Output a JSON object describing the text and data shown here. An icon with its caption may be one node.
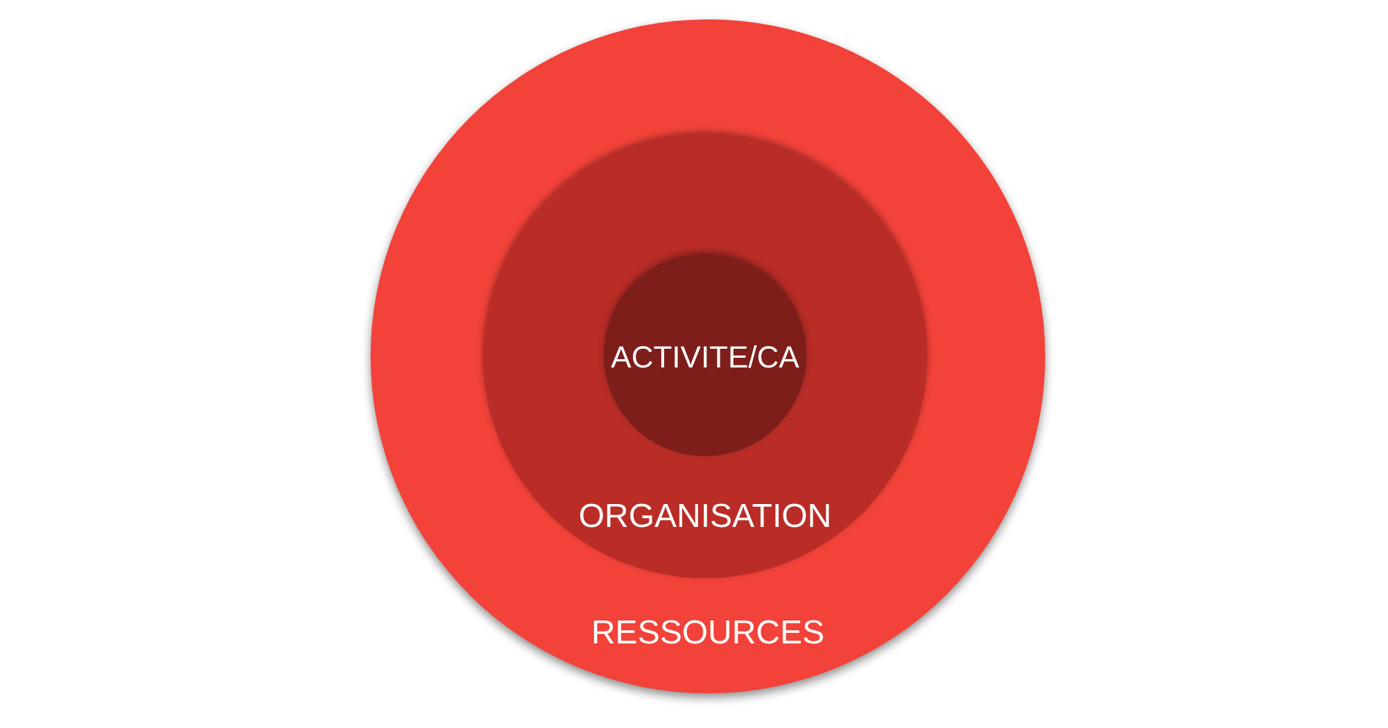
{
  "diagram": {
    "nodes": [
      {
        "text": [
          "RESSOURCES"
        ]
      },
      {
        "text": [
          "ORGANISATION"
        ],
        "in": 0
      },
      {
        "text": [
          "ACTIVITE/CA"
        ],
        "in": 1
      }
    ]
  }
}
